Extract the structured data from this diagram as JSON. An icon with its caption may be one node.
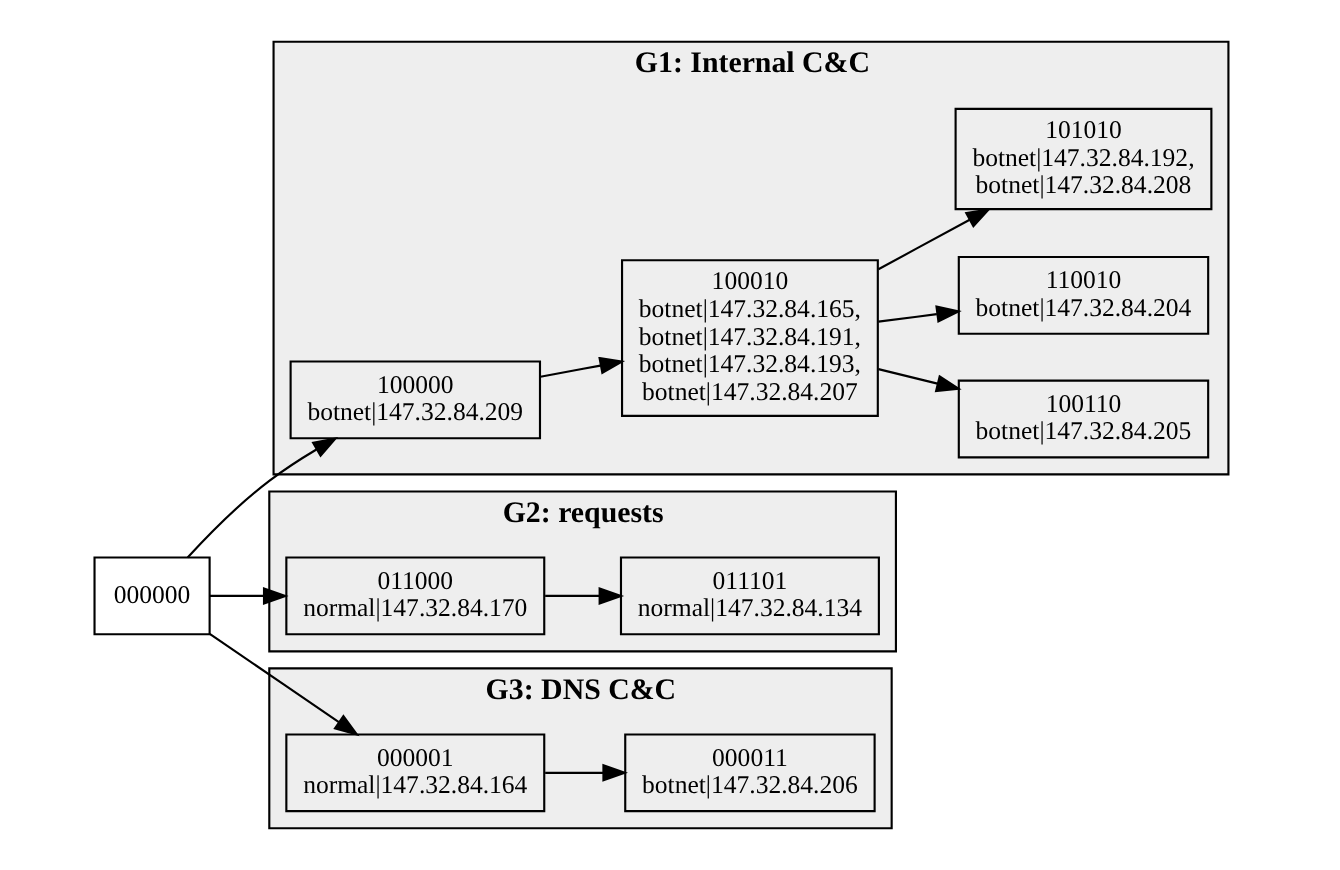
{
  "diagram": {
    "nodes": [
      {
        "text": [
          "000000"
        ]
      },
      {
        "text": [
          "G1: Internal C&C"
        ]
      },
      {
        "text": [
          "100000",
          "botnet|147.32.84.209"
        ],
        "in": 1
      },
      {
        "text": [
          "100010",
          "botnet|147.32.84.165, botnet|147.32.84.191, botnet|147.32.84.193, botnet|147.32.84.207"
        ],
        "in": 1
      },
      {
        "text": [
          "100110",
          "botnet|147.32.84.205"
        ],
        "in": 1
      },
      {
        "text": [
          "110010",
          "botnet|147.32.84.204"
        ],
        "in": 1
      },
      {
        "text": [
          "101010",
          "botnet|147.32.84.192, botnet|147.32.84.208"
        ],
        "in": 1
      },
      {
        "text": [
          "G2: requests"
        ]
      },
      {
        "text": [
          "011000",
          "normal|147.32.84.170"
        ],
        "in": 7
      },
      {
        "text": [
          "011101",
          "normal|147.32.84.134"
        ],
        "in": 7
      },
      {
        "text": [
          "G3: DNS C&C"
        ]
      },
      {
        "text": [
          "000001",
          "normal|147.32.84.164"
        ],
        "in": 10
      },
      {
        "text": [
          "000011",
          "botnet|147.32.84.206"
        ],
        "in": 10
      }
    ],
    "edges": [
      {
        "from": 0,
        "to": 2,
        "arrow": "to"
      },
      {
        "from": 2,
        "to": 3,
        "arrow": "to"
      },
      {
        "from": 3,
        "to": 4,
        "arrow": "to"
      },
      {
        "from": 3,
        "to": 5,
        "arrow": "to"
      },
      {
        "from": 3,
        "to": 6,
        "arrow": "to"
      },
      {
        "from": 0,
        "to": 8,
        "arrow": "to"
      },
      {
        "from": 8,
        "to": 9,
        "arrow": "to"
      },
      {
        "from": 0,
        "to": 11,
        "arrow": "to"
      },
      {
        "from": 11,
        "to": 12,
        "arrow": "to"
      }
    ]
  }
}
